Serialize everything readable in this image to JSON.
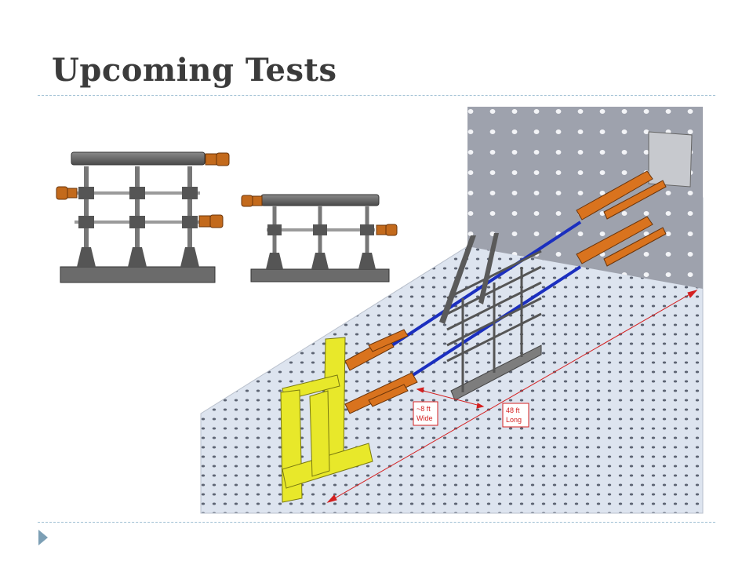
{
  "slide": {
    "title": "Upcoming Tests"
  },
  "figure": {
    "width_label_line1": "~8 ft",
    "width_label_line2": "Wide",
    "length_label_line1": "48 ft",
    "length_label_line2": "Long"
  },
  "colors": {
    "title": "#3b3b3b",
    "rule": "#9fbfd3",
    "bullet": "#7c9fb5",
    "dimension": "#d42020",
    "actuator": "#d9731e",
    "frame_yellow": "#e8e82a",
    "floor": "#dde4ef",
    "wall": "#9ea2ad",
    "cable": "#1b2fbf"
  }
}
